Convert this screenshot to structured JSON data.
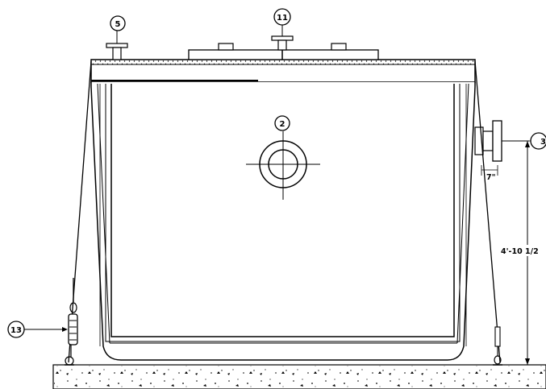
{
  "callouts": {
    "c2": "2",
    "c3": "3",
    "c5": "5",
    "c11": "11",
    "c13": "13"
  },
  "dimensions": {
    "height": "4'-10 1/2",
    "offset": "7\""
  },
  "colors": {
    "line": "#000000",
    "background": "#ffffff"
  }
}
